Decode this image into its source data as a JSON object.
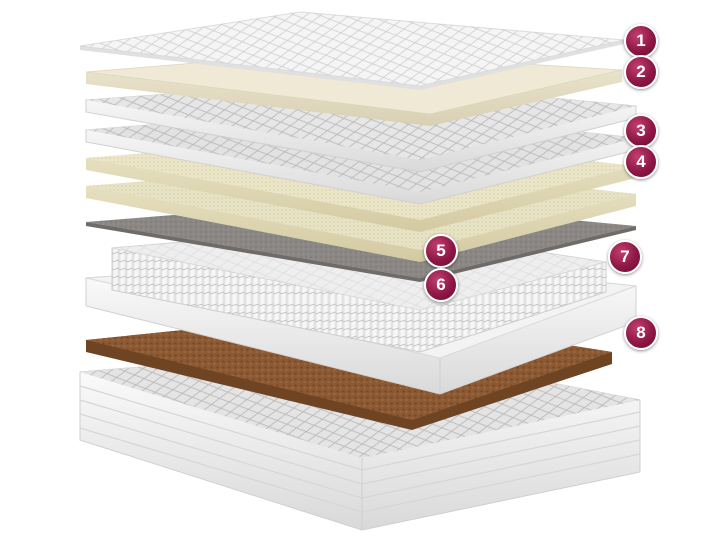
{
  "colors": {
    "badge": "#8e1745",
    "cover": "#f2f2f2",
    "quilt": "#e6e6e6",
    "latex": "#e9e3c6",
    "felt": "#8a8785",
    "springs": "#dcdcdc",
    "frame": "#f4f4f4",
    "coir": "#8b5a34",
    "base": "#efefef"
  },
  "layers": [
    {
      "label": "1",
      "name": "quilted-cover-top"
    },
    {
      "label": "2",
      "name": "memory-foam-layer"
    },
    {
      "label": "3",
      "name": "quilted-layers"
    },
    {
      "label": "4",
      "name": "latex-layers"
    },
    {
      "label": "5",
      "name": "felt-layer"
    },
    {
      "label": "6",
      "name": "pocket-spring-unit"
    },
    {
      "label": "7",
      "name": "perimeter-frame"
    },
    {
      "label": "8",
      "name": "coir-layer"
    }
  ]
}
